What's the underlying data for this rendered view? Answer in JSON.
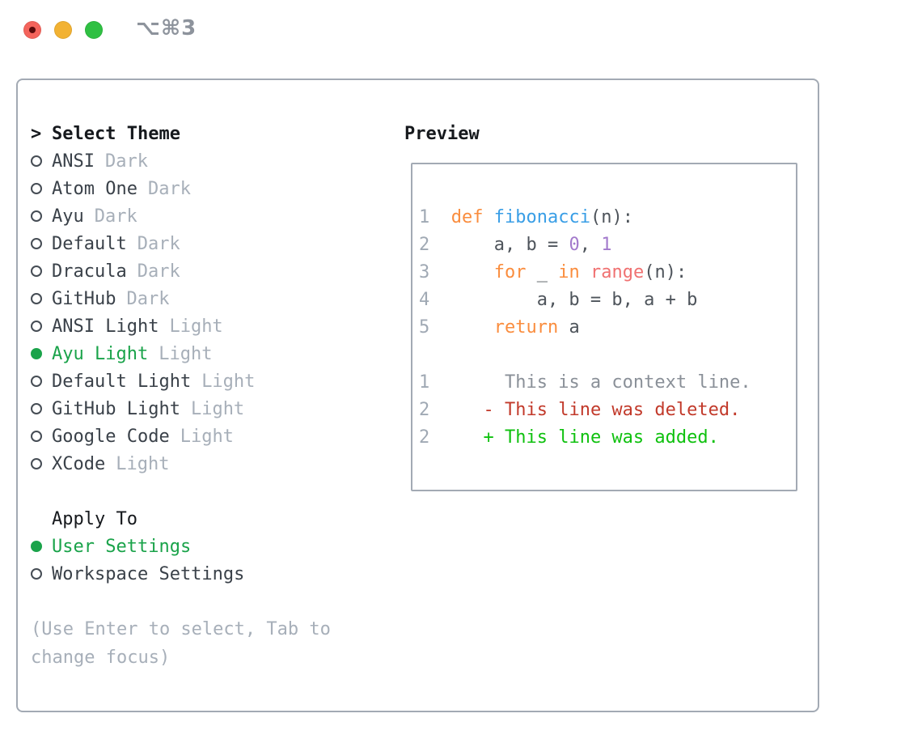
{
  "window": {
    "title": "⌥⌘3",
    "traffic_lights": [
      {
        "name": "close",
        "color": "#f4645c"
      },
      {
        "name": "minimize",
        "color": "#f2b233"
      },
      {
        "name": "zoom",
        "color": "#2fc043"
      }
    ]
  },
  "theme_panel": {
    "prompt": ">",
    "title": "Select Theme",
    "items": [
      {
        "name": "ANSI",
        "variant": "Dark",
        "selected": false
      },
      {
        "name": "Atom One",
        "variant": "Dark",
        "selected": false
      },
      {
        "name": "Ayu",
        "variant": "Dark",
        "selected": false
      },
      {
        "name": "Default",
        "variant": "Dark",
        "selected": false
      },
      {
        "name": "Dracula",
        "variant": "Dark",
        "selected": false
      },
      {
        "name": "GitHub",
        "variant": "Dark",
        "selected": false
      },
      {
        "name": "ANSI Light",
        "variant": "Light",
        "selected": false
      },
      {
        "name": "Ayu Light",
        "variant": "Light",
        "selected": true
      },
      {
        "name": "Default Light",
        "variant": "Light",
        "selected": false
      },
      {
        "name": "GitHub Light",
        "variant": "Light",
        "selected": false
      },
      {
        "name": "Google Code",
        "variant": "Light",
        "selected": false
      },
      {
        "name": "XCode",
        "variant": "Light",
        "selected": false
      }
    ],
    "apply_to": {
      "label": "Apply To",
      "options": [
        {
          "label": "User Settings",
          "selected": true
        },
        {
          "label": "Workspace Settings",
          "selected": false
        }
      ]
    },
    "hint": "(Use Enter to select, Tab to change focus)"
  },
  "preview": {
    "title": "Preview",
    "lines": [
      {
        "segments": [
          {
            "t": "1",
            "c": "ln"
          },
          {
            "t": "  ",
            "c": "fg"
          },
          {
            "t": "def",
            "c": "kw"
          },
          {
            "t": " ",
            "c": "fg"
          },
          {
            "t": "fibonacci",
            "c": "fn"
          },
          {
            "t": "(n):",
            "c": "fg"
          }
        ]
      },
      {
        "segments": [
          {
            "t": "2",
            "c": "ln"
          },
          {
            "t": "      a, b = ",
            "c": "fg"
          },
          {
            "t": "0",
            "c": "num"
          },
          {
            "t": ", ",
            "c": "fg"
          },
          {
            "t": "1",
            "c": "num"
          }
        ]
      },
      {
        "segments": [
          {
            "t": "3",
            "c": "ln"
          },
          {
            "t": "      ",
            "c": "fg"
          },
          {
            "t": "for",
            "c": "kw"
          },
          {
            "t": " _ ",
            "c": "fg"
          },
          {
            "t": "in",
            "c": "kw"
          },
          {
            "t": " ",
            "c": "fg"
          },
          {
            "t": "range",
            "c": "special"
          },
          {
            "t": "(n):",
            "c": "fg"
          }
        ]
      },
      {
        "segments": [
          {
            "t": "4",
            "c": "ln"
          },
          {
            "t": "          a, b = b, a + b",
            "c": "fg"
          }
        ]
      },
      {
        "segments": [
          {
            "t": "5",
            "c": "ln"
          },
          {
            "t": "      ",
            "c": "fg"
          },
          {
            "t": "return",
            "c": "kw"
          },
          {
            "t": " a",
            "c": "fg"
          }
        ]
      },
      {
        "segments": []
      },
      {
        "segments": [
          {
            "t": "1",
            "c": "ln"
          },
          {
            "t": "       ",
            "c": "fg"
          },
          {
            "t": "This is a context line.",
            "c": "ctx"
          }
        ]
      },
      {
        "segments": [
          {
            "t": "2",
            "c": "ln"
          },
          {
            "t": "     ",
            "c": "fg"
          },
          {
            "t": "-",
            "c": "del"
          },
          {
            "t": " ",
            "c": "fg"
          },
          {
            "t": "This line was deleted.",
            "c": "del"
          }
        ]
      },
      {
        "segments": [
          {
            "t": "2",
            "c": "ln"
          },
          {
            "t": "     ",
            "c": "fg"
          },
          {
            "t": "+",
            "c": "add"
          },
          {
            "t": " ",
            "c": "fg"
          },
          {
            "t": "This line was added.",
            "c": "add"
          }
        ]
      }
    ]
  },
  "colors": {
    "accent": "#1aa34a",
    "panel_border": "#a3aab4",
    "title_gray": "#8d939c",
    "headerc": "#16191d",
    "name": "#3a4149",
    "variant": "#a7afb9",
    "hint": "#a7afb9",
    "ln": "#a0a9b4",
    "fg": "#4e545b",
    "kw": "#fa8d3e",
    "fn": "#399ee6",
    "num": "#a37acc",
    "special": "#f07171",
    "ctx": "#8a9098",
    "del": "#c23a2b",
    "add": "#0fc10f",
    "tl_red": "#f4645c",
    "tl_yellow": "#f2b233",
    "tl_green": "#2fc043"
  }
}
